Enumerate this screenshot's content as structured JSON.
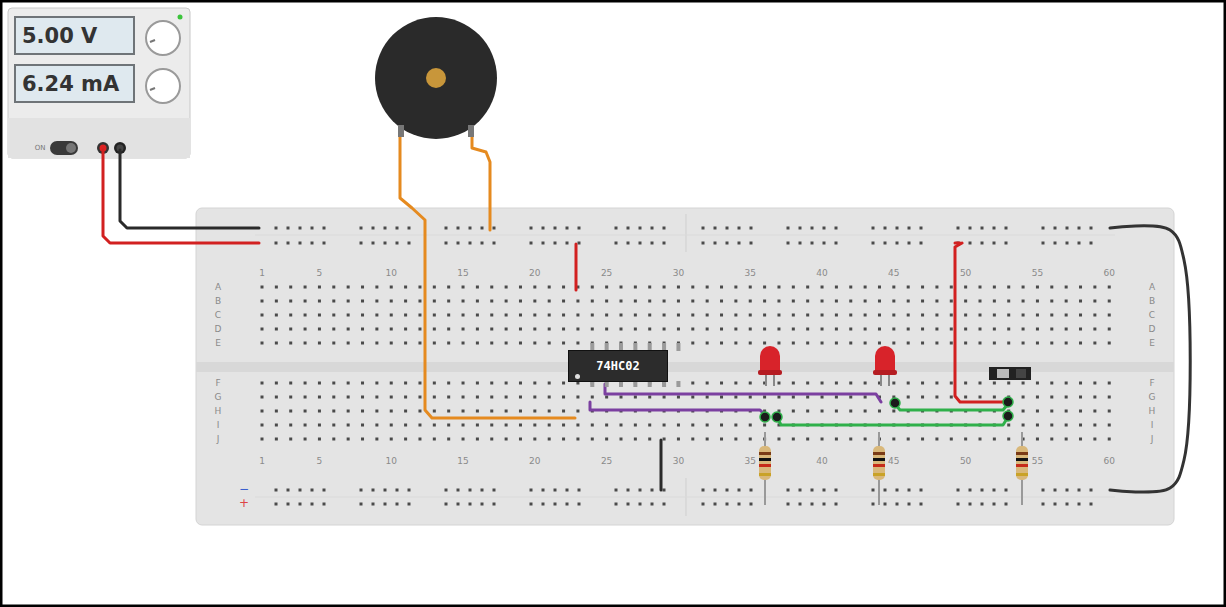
{
  "diagram": {
    "nodes": [
      {
        "text": [
          "5.00 V"
        ]
      },
      {
        "text": [
          "6.24 mA"
        ]
      },
      {
        "text": [
          "74HC02"
        ]
      }
    ],
    "labels": [
      "ON",
      "1",
      "5",
      "10",
      "15",
      "20",
      "25",
      "30",
      "35",
      "40",
      "45",
      "50",
      "55",
      "60",
      "1",
      "5",
      "10",
      "15",
      "20",
      "25",
      "30",
      "35",
      "40",
      "45",
      "50",
      "55",
      "60",
      "A",
      "B",
      "C",
      "D",
      "E",
      "F",
      "G",
      "H",
      "I",
      "J",
      "A",
      "B",
      "C",
      "D",
      "E",
      "F",
      "G",
      "H",
      "I",
      "J",
      "−",
      "+"
    ]
  }
}
